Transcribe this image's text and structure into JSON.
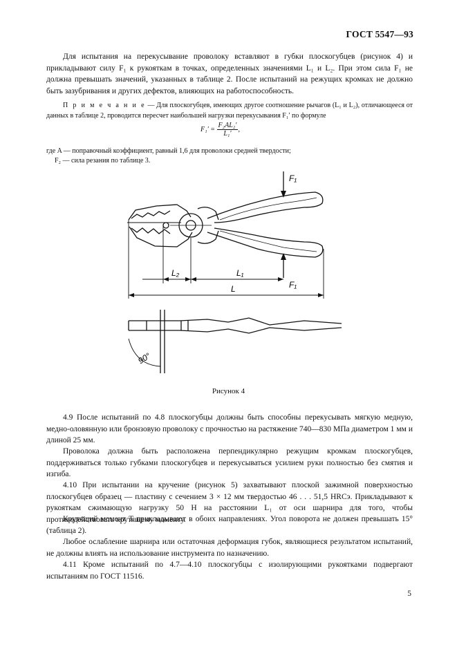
{
  "header": {
    "standard": "ГОСТ 5547—93"
  },
  "intro": {
    "p1": "Для испытания на перекусывание проволоку вставляют в губки плоскогубцев (рисунок 4) и прикладывают силу F₁ к рукояткам в точках, определенных значениями L₁ и L₂. При этом сила F₁ не должна превышать значений, указанных в таблице 2. После испытаний на режущих кромках не должно быть зазубривания и других дефектов, влияющих на работоспособность."
  },
  "note": {
    "label": "П р и м е ч а н и е",
    "text": " — Для плоскогубцев, имеющих другое соотношение рычагов (L₁ и L₂), отличающееся от данных в таблице 2, проводится пересчет наибольшей нагрузки перекусывания F₁′ по формуле",
    "formula_lhs": "F₁′ =",
    "formula_num": "F₂AL₂′",
    "formula_den": "L₁′",
    "formula_end": ",",
    "where_a": "где A — поправочный коэффициент, равный 1,6 для проволоки средней твердости;",
    "where_f2": "F₂ — сила резания по таблице 3."
  },
  "figure": {
    "label_f1_top": "F₁",
    "label_f1_bottom": "F₁",
    "label_l2": "L₂",
    "label_l1": "L₁",
    "label_l": "L",
    "label_angle": "90°",
    "caption": "Рисунок 4"
  },
  "sections": {
    "p49a": "4.9 После испытаний по 4.8 плоскогубцы должны быть способны перекусывать мягкую медную, медно-оловянную или бронзовую проволоку с прочностью на растяжение 740—830 МПа диаметром 1 мм и длиной 25 мм.",
    "p49b": "Проволока должна быть расположена перпендикулярно режущим кромкам плоскогубцев, поддерживаться только губками плоскогубцев и перекусываться усилием руки полностью без смятия и изгиба.",
    "p410a": "4.10 При испытании на кручение (рисунок 5) захватывают плоской зажимной поверхностью плоскогубцев образец — пластину с сечением 3 × 12 мм твердостью 46 . . . 51,5 HRCэ. Прикладывают к рукояткам сжимающую нагрузку 50 Н на расстоянии L₁ от оси шарнира для того, чтобы противодействовать крутящему моменту.",
    "p410b": "Крутящий момент T прикладывают в обоих направлениях. Угол поворота     не должен превышать 15° (таблица 2).",
    "p410c": "Любое ослабление шарнира или остаточная деформация губок, являющиеся результатом испытаний, не должны влиять на использование инструмента по назначению.",
    "p411": "4.11 Кроме испытаний по 4.7—4.10 плоскогубцы с изолирующими рукоятками подвергают испытаниям по ГОСТ 11516."
  },
  "footer": {
    "page_number": "5"
  }
}
